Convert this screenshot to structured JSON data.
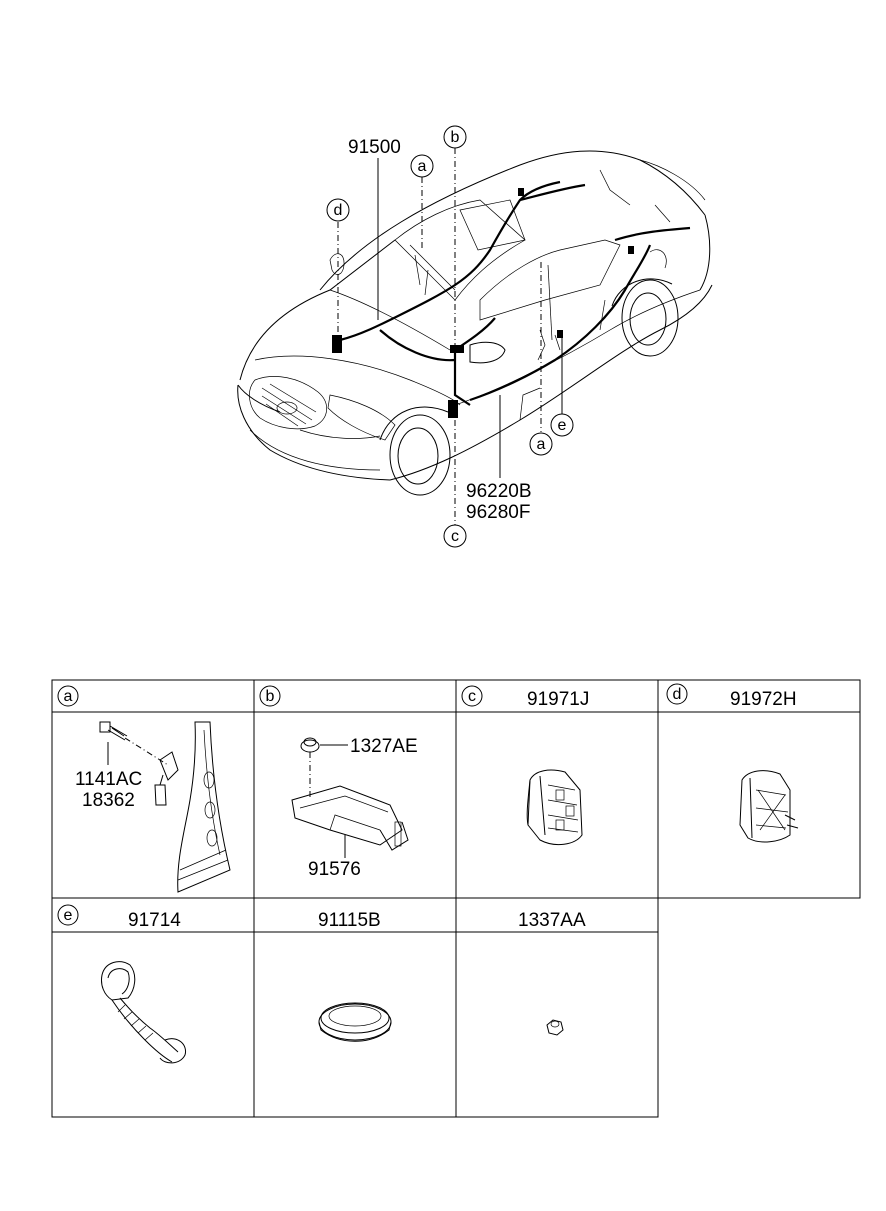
{
  "main_diagram": {
    "labels": {
      "harness_main": "91500",
      "harness_floor_1": "96220B",
      "harness_floor_2": "96280F"
    },
    "callouts": {
      "a_top": "a",
      "a_right": "a",
      "b": "b",
      "c": "c",
      "d": "d",
      "e": "e"
    }
  },
  "detail_table": {
    "cells": [
      {
        "letter": "a",
        "part_no": "",
        "labels": [
          "1141AC",
          "18362"
        ]
      },
      {
        "letter": "b",
        "part_no": "",
        "labels": [
          "1327AE",
          "91576"
        ]
      },
      {
        "letter": "c",
        "part_no": "91971J",
        "labels": []
      },
      {
        "letter": "d",
        "part_no": "91972H",
        "labels": []
      },
      {
        "letter": "e",
        "part_no": "91714",
        "labels": []
      },
      {
        "letter": "",
        "part_no": "91115B",
        "labels": []
      },
      {
        "letter": "",
        "part_no": "1337AA",
        "labels": []
      }
    ]
  }
}
